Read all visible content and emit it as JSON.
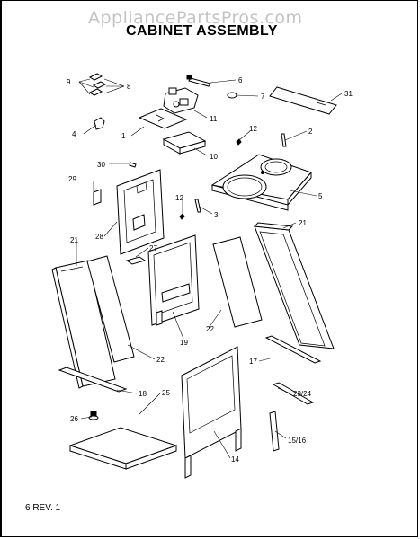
{
  "header": {
    "watermark": "AppliancePartsPros.com",
    "title": "CABINET ASSEMBLY"
  },
  "footer": {
    "revision": "6 REV. 1"
  },
  "callouts": [
    "9",
    "8",
    "6",
    "7",
    "31",
    "11",
    "4",
    "1",
    "12",
    "2",
    "10",
    "30",
    "5",
    "29",
    "12",
    "3",
    "28",
    "21",
    "21",
    "27",
    "19",
    "22",
    "22",
    "17",
    "18",
    "23/24",
    "26",
    "25",
    "15/16",
    "14"
  ]
}
